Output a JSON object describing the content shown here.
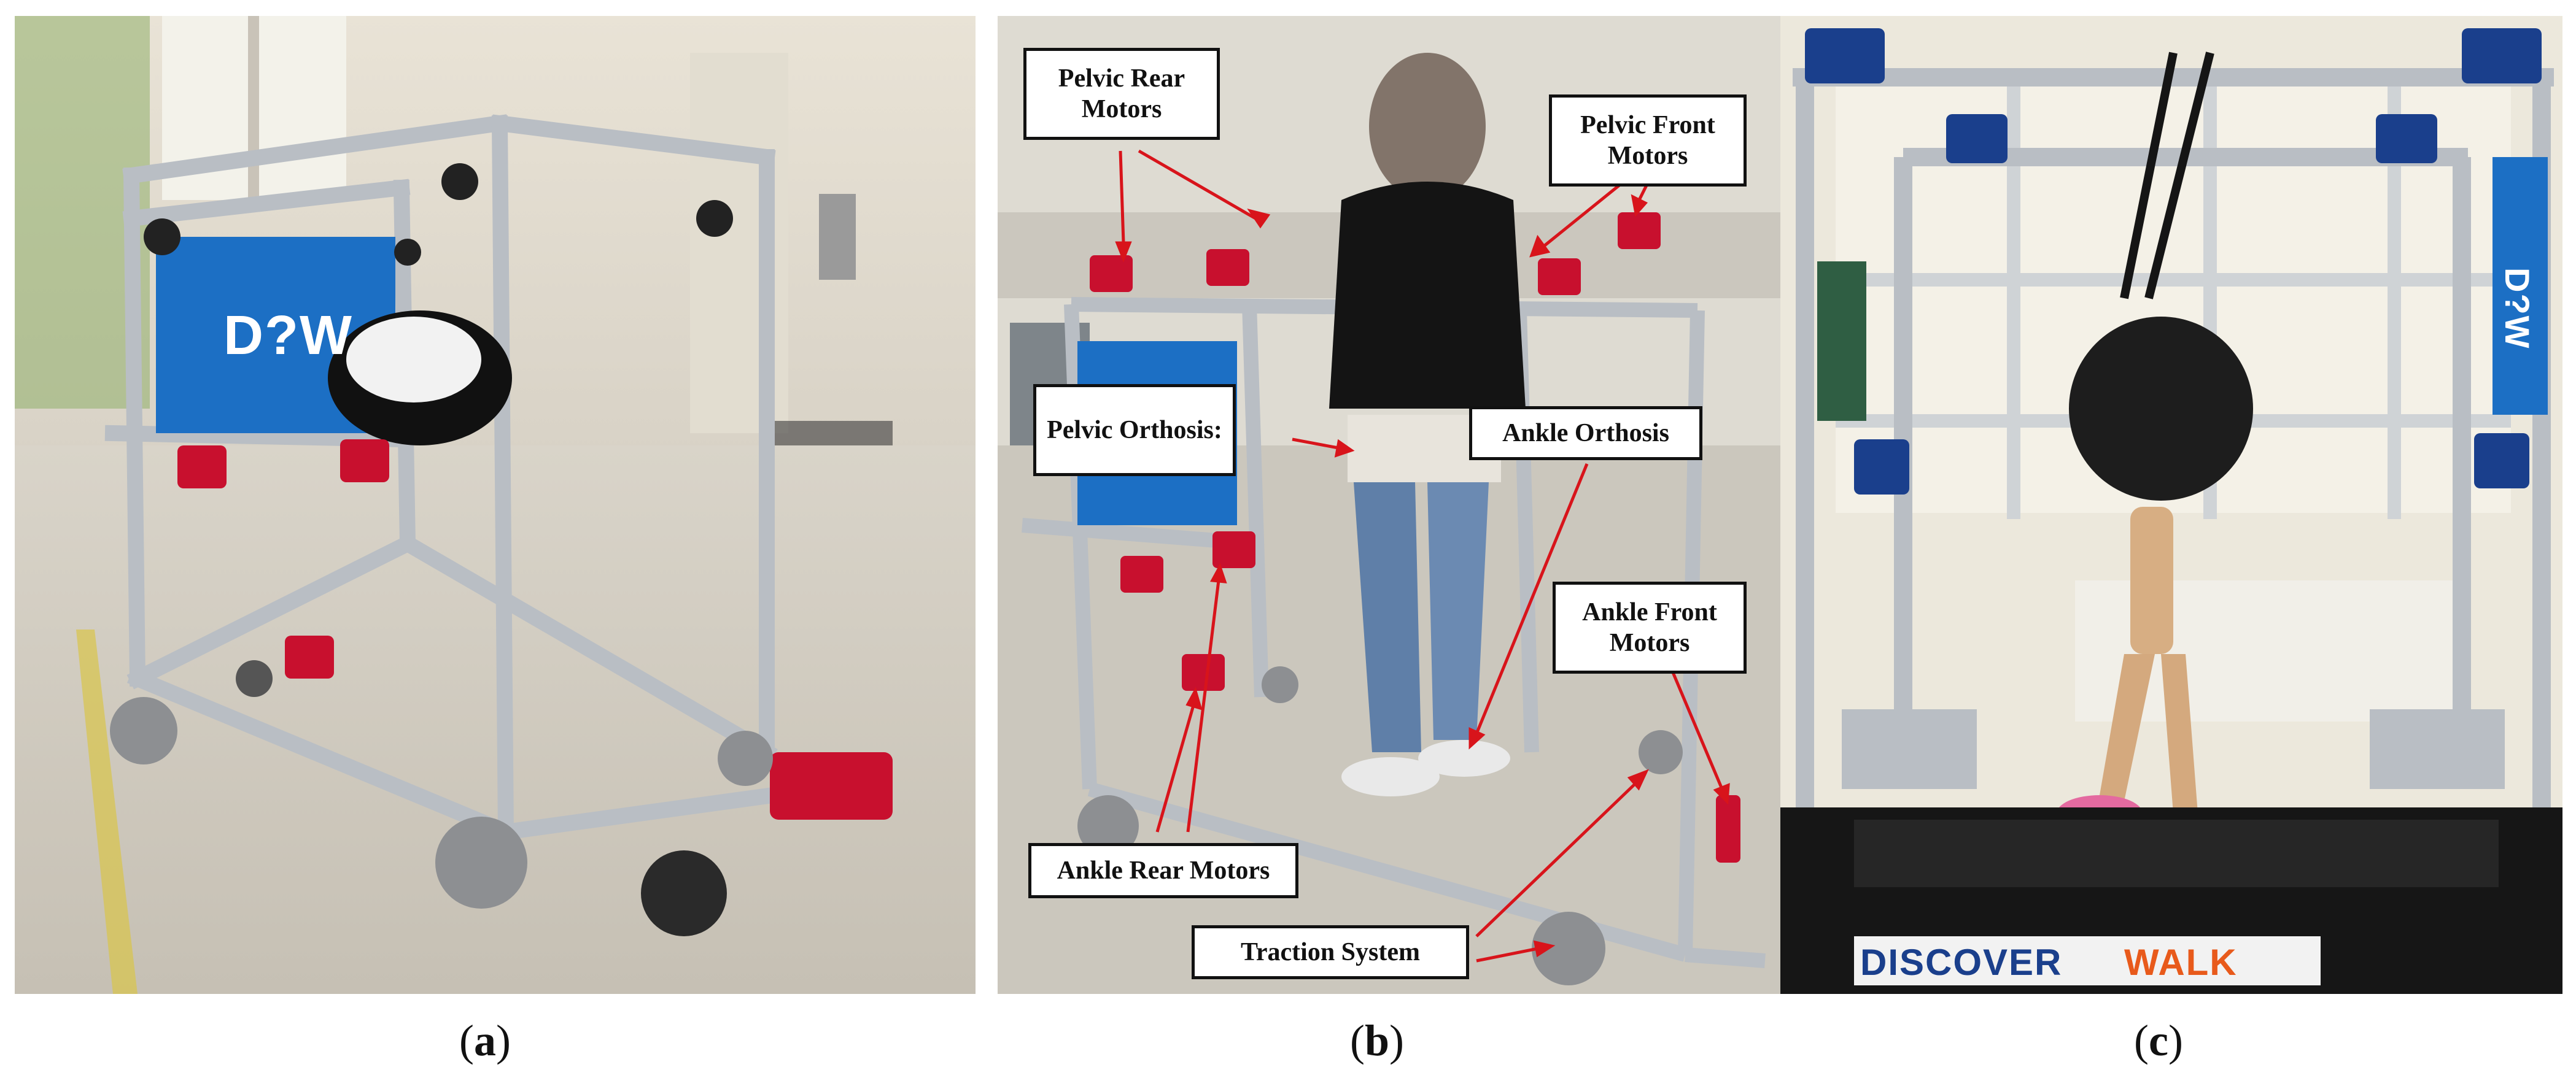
{
  "figure": {
    "captions": [
      "a",
      "b",
      "c"
    ]
  },
  "panel_b": {
    "labels": {
      "pelvic_rear_motors": "Pelvic Rear Motors",
      "pelvic_front_motors": "Pelvic Front Motors",
      "pelvic_orthosis": "Pelvic Orthosis:",
      "ankle_orthosis": "Ankle Orthosis",
      "ankle_front_motors": "Ankle Front Motors",
      "ankle_rear_motors": "Ankle Rear Motors",
      "traction_system": "Traction System"
    }
  },
  "logos": {
    "panel_a_sign": "D?W",
    "panel_c_sign": "D?W",
    "treadmill_brand_left": "DISCOVER",
    "treadmill_brand_right": "WALK"
  },
  "colors": {
    "frame_aluminum": "#b9bec4",
    "sign_blue": "#1c6fc4",
    "motor_red": "#c8102e",
    "arrow_red": "#d8141b",
    "brand_blue": "#1a3f8c",
    "brand_orange": "#e85a1b"
  }
}
